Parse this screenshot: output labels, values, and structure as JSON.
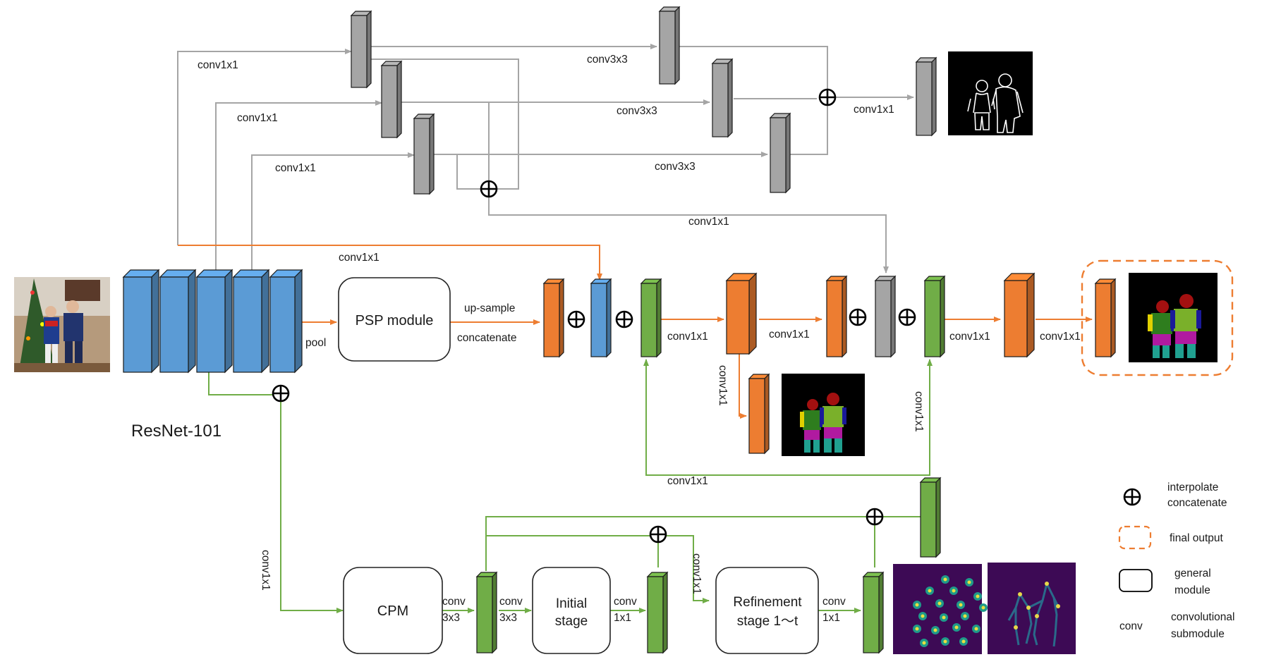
{
  "labels": {
    "conv1x1": "conv1x1",
    "conv3x3": "conv3x3",
    "pool": "pool",
    "up_sample": "up-sample",
    "concatenate": "concatenate",
    "conv": "conv",
    "k3x3": "3x3",
    "k1x1": "1x1"
  },
  "modules": {
    "psp": "PSP module",
    "cpm": "CPM",
    "initial_1": "Initial",
    "initial_2": "stage",
    "refinement_1": "Refinement",
    "refinement_2": "stage 1〜t"
  },
  "backbone": "ResNet-101",
  "legend": {
    "interpolate_1": "interpolate",
    "interpolate_2": "concatenate",
    "final_output": "final output",
    "general_1": "general",
    "general_2": "module",
    "conv_key": "conv",
    "conv_desc_1": "convolutional",
    "conv_desc_2": "submodule"
  },
  "colors": {
    "orange": "#ed7d31",
    "blue": "#5b9bd5",
    "green": "#70ad47",
    "gray": "#a5a5a5",
    "black": "#000000"
  }
}
